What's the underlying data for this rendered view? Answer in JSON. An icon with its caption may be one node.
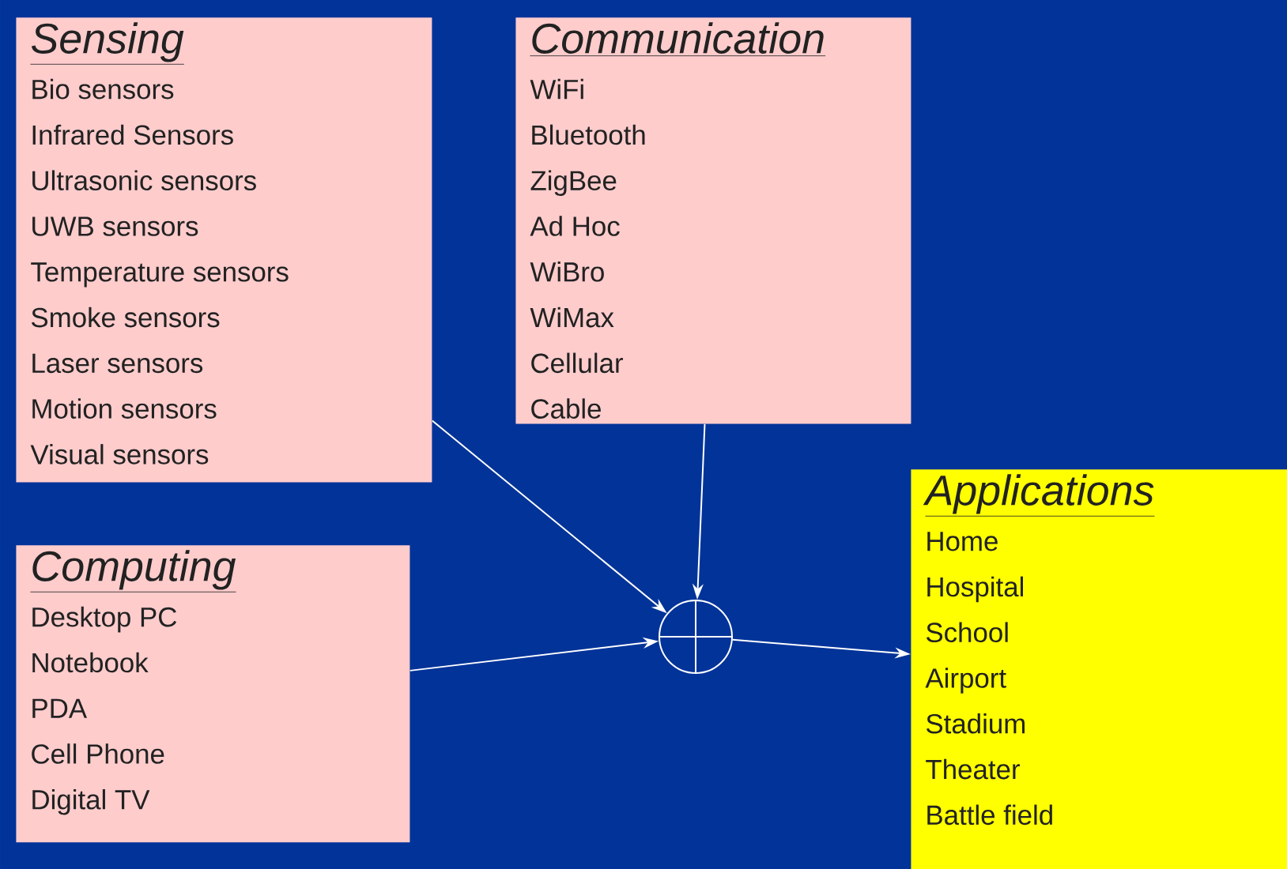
{
  "diagram": {
    "nodes": [
      {
        "text": [
          "Sensing",
          "Bio sensors",
          "Infrared Sensors",
          "Ultrasonic sensors",
          "UWB sensors",
          "Temperature sensors",
          "Smoke sensors",
          "Laser sensors",
          "Motion sensors",
          "Visual sensors"
        ]
      },
      {
        "text": [
          "Communication",
          "WiFi",
          "Bluetooth",
          "ZigBee",
          "Ad Hoc",
          "WiBro",
          "WiMax",
          "Cellular",
          "Cable"
        ]
      },
      {
        "text": [
          "Computing",
          "Desktop PC",
          "Notebook",
          "PDA",
          "Cell Phone",
          "Digital TV"
        ]
      },
      {
        "text": [],
        "shape": "circle"
      },
      {
        "text": [
          "Applications",
          "Home",
          "Hospital",
          "School",
          "Airport",
          "Stadium",
          "Theater",
          "Battle field"
        ]
      }
    ],
    "edges": [
      {
        "from": 0,
        "to": 3,
        "arrow": "to"
      },
      {
        "from": 1,
        "to": 3,
        "arrow": "to"
      },
      {
        "from": 2,
        "to": 3,
        "arrow": "to"
      },
      {
        "from": 3,
        "to": 4,
        "arrow": "to"
      }
    ]
  }
}
